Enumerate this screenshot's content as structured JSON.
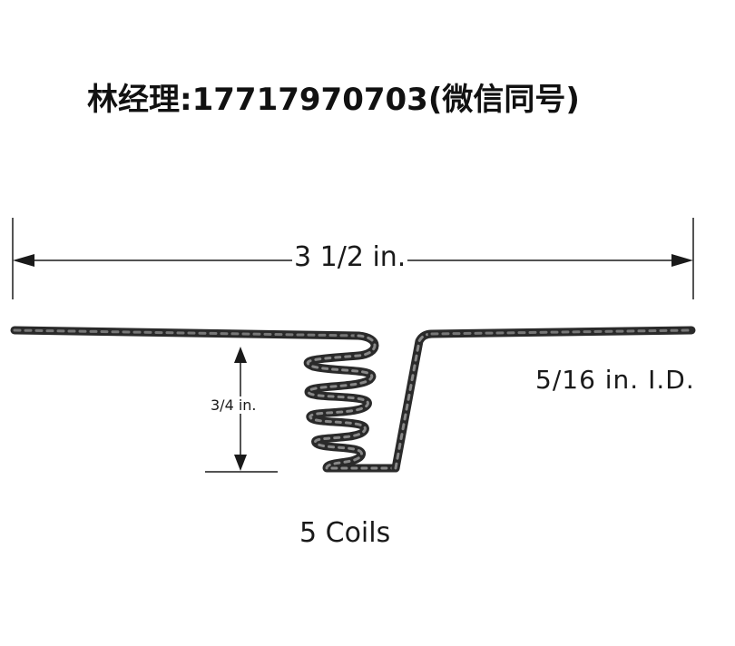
{
  "header": {
    "contact": "林经理:17717970703(微信同号)"
  },
  "diagram": {
    "length_label": "3 1/2 in.",
    "height_label": "3/4 in.",
    "inner_diameter_label": "5/16 in. I.D.",
    "coils_label": "5 Coils",
    "wire_color": "#3a3a3a",
    "line_color": "#1a1a1a"
  }
}
